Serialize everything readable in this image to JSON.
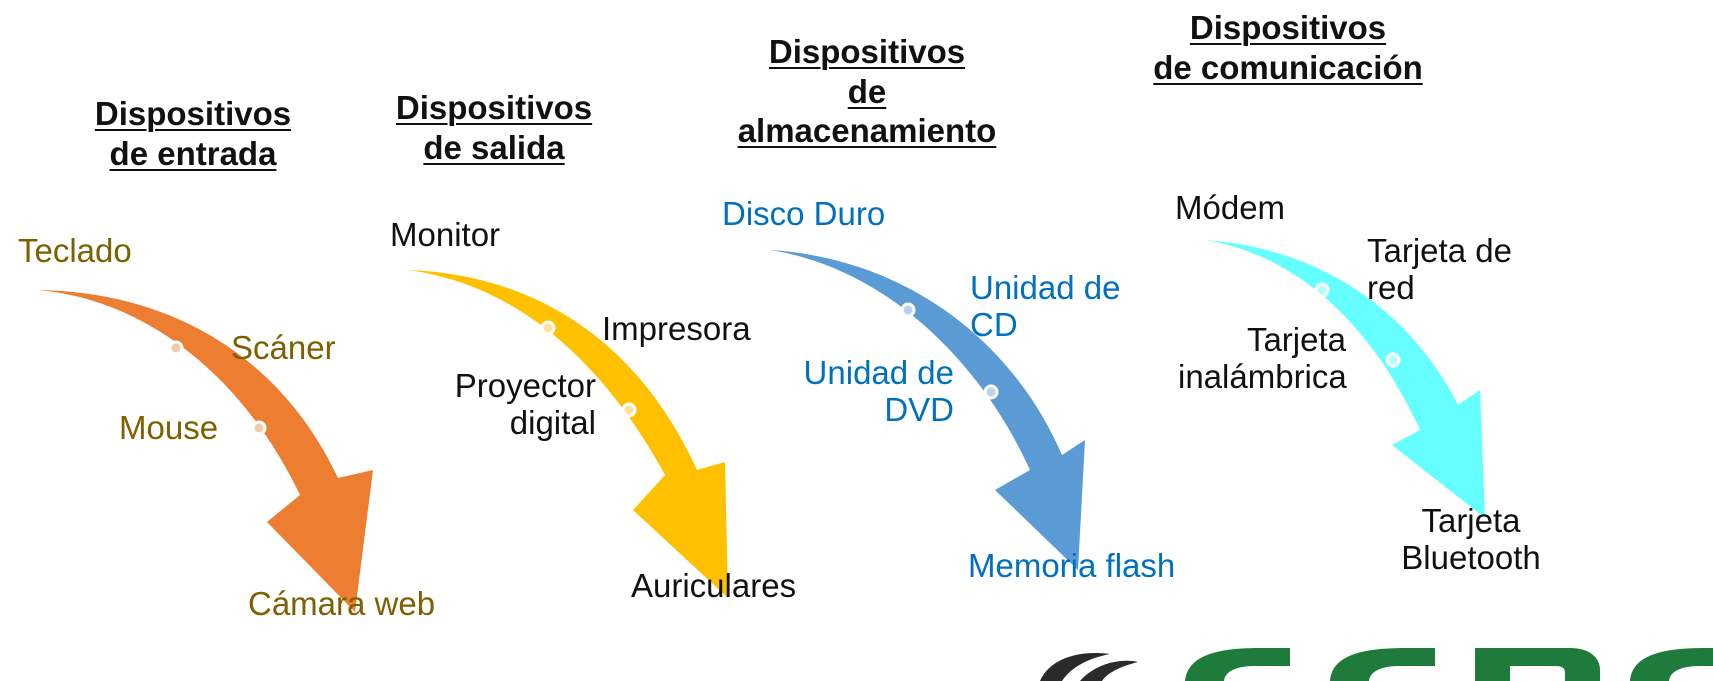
{
  "groups": [
    {
      "title_lines": [
        "Dispositivos",
        "de entrada"
      ],
      "color": "#ED7D31",
      "item_color": "#7F6000",
      "items": [
        {
          "lines": [
            "Teclado"
          ]
        },
        {
          "lines": [
            "Scáner"
          ]
        },
        {
          "lines": [
            "Mouse"
          ]
        },
        {
          "lines": [
            "Cámara web"
          ]
        }
      ]
    },
    {
      "title_lines": [
        "Dispositivos",
        "de salida"
      ],
      "color": "#FFC000",
      "item_color": "#111111",
      "items": [
        {
          "lines": [
            "Monitor"
          ]
        },
        {
          "lines": [
            "Impresora"
          ]
        },
        {
          "lines": [
            "Proyector",
            "digital"
          ]
        },
        {
          "lines": [
            "Auriculares"
          ]
        }
      ]
    },
    {
      "title_lines": [
        "Dispositivos",
        "de",
        "almacenamiento"
      ],
      "color": "#5B9BD5",
      "item_color": "#0070C0",
      "items": [
        {
          "lines": [
            "Disco Duro"
          ]
        },
        {
          "lines": [
            "Unidad de",
            "CD"
          ]
        },
        {
          "lines": [
            "Unidad de",
            "DVD"
          ]
        },
        {
          "lines": [
            "Memoria flash"
          ]
        }
      ]
    },
    {
      "title_lines": [
        "Dispositivos",
        "de comunicación"
      ],
      "color": "#66FFFF",
      "item_color": "#111111",
      "items": [
        {
          "lines": [
            "Módem"
          ]
        },
        {
          "lines": [
            "Tarjeta de",
            "red"
          ]
        },
        {
          "lines": [
            "Tarjeta",
            "inalámbrica"
          ]
        },
        {
          "lines": [
            "Tarjeta",
            "Bluetooth"
          ]
        }
      ]
    }
  ],
  "logo": {
    "color": "#1E7B3C",
    "dark": "#2B2B2B"
  }
}
